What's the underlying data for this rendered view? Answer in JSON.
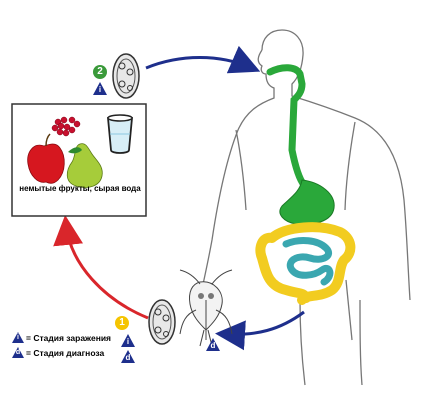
{
  "box": {
    "caption": "немытые фрукты, сырая вода"
  },
  "stages": {
    "stage1": {
      "number": "1",
      "badge_color": "#f5c400"
    },
    "stage2": {
      "number": "2",
      "badge_color": "#3a9a3a"
    }
  },
  "markers": {
    "infection": "i",
    "diagnosis": "d"
  },
  "legend": {
    "infection_text": "= Стадия заражения",
    "diagnosis_text": "=  Стадия диагноза"
  },
  "colors": {
    "arrow_blue": "#1e2f8c",
    "arrow_red": "#d9262b",
    "digestive_green": "#2aa83a",
    "colon_yellow": "#f2cc20",
    "intestine_teal": "#3aa7b0"
  }
}
